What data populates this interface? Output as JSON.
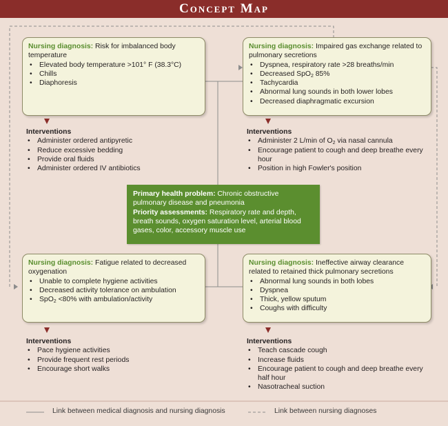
{
  "banner": {
    "title": "Concept Map"
  },
  "center": {
    "primary_label": "Primary health problem:",
    "primary_text": " Chronic obstructive pulmonary disease and pneumonia",
    "priority_label": "Priority assessments:",
    "priority_text": " Respiratory rate and depth, breath sounds, oxygen saturation level, arterial blood gases, color, accessory muscle use"
  },
  "boxes": {
    "top_left": {
      "label": "Nursing diagnosis:",
      "text": " Risk for imbalanced body temperature",
      "items": [
        "Elevated body temperature >101° F (38.3°C)",
        "Chills",
        "Diaphoresis"
      ]
    },
    "top_right": {
      "label": "Nursing diagnosis:",
      "text": " Impaired gas exchange related to pulmonary secretions",
      "items": [
        "Dyspnea, respiratory rate >28 breaths/min",
        "Decreased SpO",
        "Tachycardia",
        "Abnormal lung sounds in both lower lobes",
        "Decreased diaphragmatic excursion"
      ],
      "spo2_sub": "2",
      "spo2_rest": " 85%"
    },
    "bottom_left": {
      "label": "Nursing diagnosis:",
      "text": " Fatigue related to decreased oxygenation",
      "items": [
        "Unable to complete hygiene activities",
        "Decreased activity tolerance on ambulation",
        "SpO"
      ],
      "spo2_sub": "2",
      "spo2_rest": " <80% with ambulation/activity"
    },
    "bottom_right": {
      "label": "Nursing diagnosis:",
      "text": " Ineffective airway clearance related to retained thick pulmonary secretions",
      "items": [
        "Abnormal lung sounds in both lobes",
        "Dyspnea",
        "Thick, yellow sputum",
        "Coughs with difficulty"
      ]
    }
  },
  "interventions": {
    "top_left": {
      "title": "Interventions",
      "items": [
        "Administer ordered antipyretic",
        "Reduce excessive bedding",
        "Provide oral fluids",
        "Administer ordered IV antibiotics"
      ]
    },
    "top_right": {
      "title": "Interventions",
      "o2_pre": "Administer 2 L/min of O",
      "o2_sub": "2",
      "o2_post": " via nasal cannula",
      "items": [
        "Encourage patient to cough and deep breathe every hour",
        "Position in high Fowler's position"
      ]
    },
    "bottom_left": {
      "title": "Interventions",
      "items": [
        "Pace hygiene activities",
        "Provide frequent rest periods",
        "Encourage short walks"
      ]
    },
    "bottom_right": {
      "title": "Interventions",
      "items": [
        "Teach cascade cough",
        "Increase fluids",
        "Encourage patient to cough and deep breathe every half hour",
        "Nasotracheal suction"
      ]
    }
  },
  "legend": {
    "solid_label": "Link between medical diagnosis and nursing diagnosis",
    "dashed_label": "Link between nursing diagnoses"
  },
  "colors": {
    "banner": "#8a2d2a",
    "background": "#eedfd6",
    "box_fill": "#f4f3dc",
    "center_fill": "#5b8e2f",
    "label_green": "#5a8e2f"
  }
}
